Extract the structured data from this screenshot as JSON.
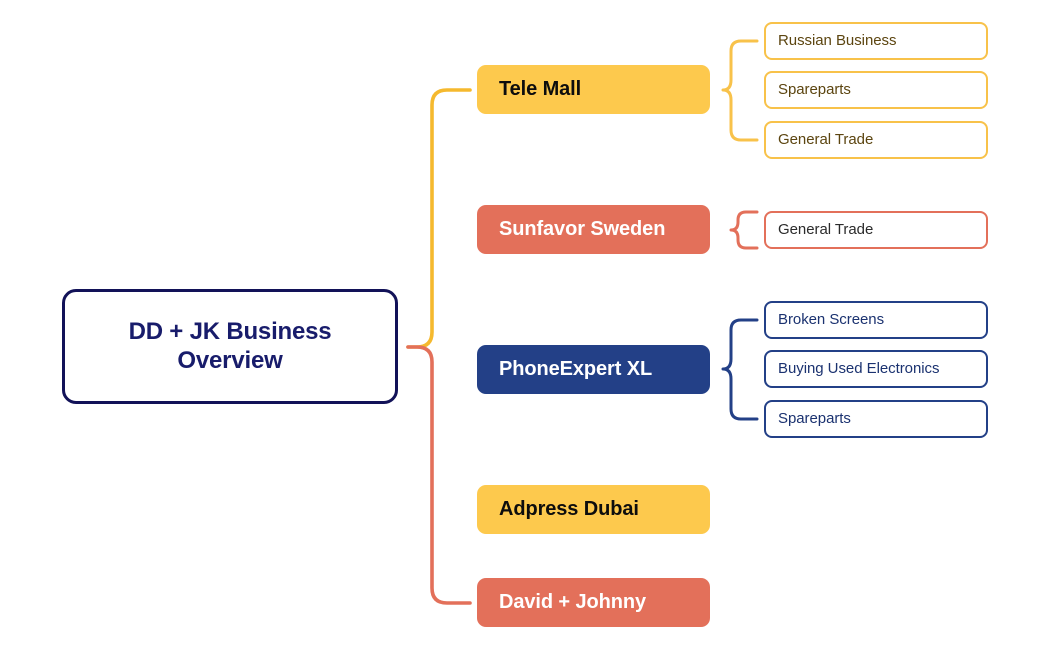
{
  "diagram": {
    "title": "DD + JK Business Overview",
    "type": "mind-map",
    "colors": {
      "navy_border": "#121258",
      "navy_text": "#181C6B",
      "yellow": "#FDC94D",
      "coral": "#E3705A",
      "blue": "#234087",
      "leaf_yellow_text": "#5C4510",
      "leaf_blue_text": "#1B3270",
      "background": "#FFFFFF"
    },
    "root": {
      "label": "DD + JK Business Overview",
      "line1": "DD + JK Business",
      "line2": "Overview"
    },
    "branches": [
      {
        "id": "tele-mall",
        "label": "Tele Mall",
        "color": "yellow",
        "children": [
          {
            "label": "Russian Business"
          },
          {
            "label": "Spareparts"
          },
          {
            "label": "General Trade"
          }
        ]
      },
      {
        "id": "sunfavor-sweden",
        "label": "Sunfavor Sweden",
        "color": "coral",
        "children": [
          {
            "label": "General Trade"
          }
        ]
      },
      {
        "id": "phoneexpert-xl",
        "label": "PhoneExpert XL",
        "color": "blue",
        "children": [
          {
            "label": "Broken Screens"
          },
          {
            "label": "Buying Used Electronics"
          },
          {
            "label": "Spareparts"
          }
        ]
      },
      {
        "id": "adpress-dubai",
        "label": "Adpress Dubai",
        "color": "yellow",
        "children": []
      },
      {
        "id": "david-johnny",
        "label": "David + Johnny",
        "color": "coral",
        "children": []
      }
    ]
  }
}
